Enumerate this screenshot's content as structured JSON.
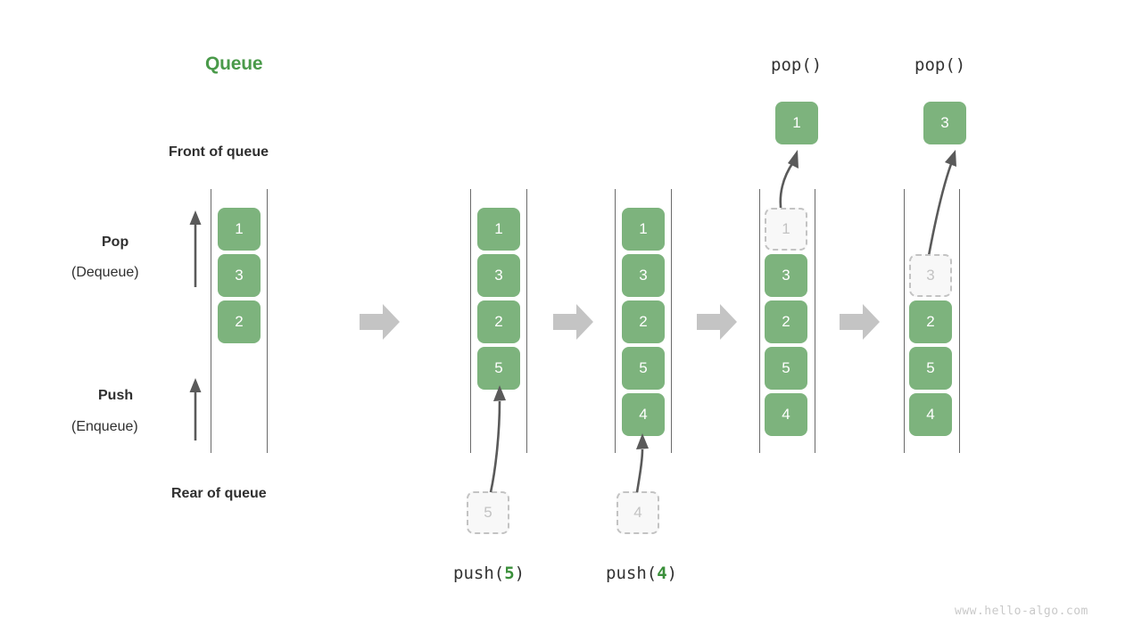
{
  "diagram": {
    "title": "Queue",
    "watermark": "www.hello-algo.com",
    "annotations": {
      "front_of_queue": "Front of queue",
      "rear_of_queue": "Rear of queue",
      "pop_label": "Pop",
      "pop_sublabel": "(Dequeue)",
      "push_label": "Push",
      "push_sublabel": "(Enqueue)"
    },
    "colors": {
      "accent_green": "#4a9a4a",
      "cell_green": "#7db37d",
      "cell_text": "#ffffff",
      "ghost_fill": "#f8f8f8",
      "ghost_border": "#c3c3c3",
      "ghost_text": "#c3c3c3",
      "rail": "#6b6b6b",
      "chevron": "#c4c4c4",
      "arrow": "#5a5a5a",
      "text_dark": "#2f2f2f",
      "watermark": "#c9c9c9"
    },
    "stages": [
      {
        "id": "initial",
        "caption": "",
        "cells": [
          "1",
          "3",
          "2"
        ],
        "ghost_index": null,
        "popped_value": null
      },
      {
        "id": "push-5",
        "caption_prefix": "push(",
        "caption_arg": "5",
        "caption_suffix": ")",
        "cells": [
          "1",
          "3",
          "2",
          "5"
        ],
        "incoming_value": "5",
        "ghost_index": null,
        "popped_value": null
      },
      {
        "id": "push-4",
        "caption_prefix": "push(",
        "caption_arg": "4",
        "caption_suffix": ")",
        "cells": [
          "1",
          "3",
          "2",
          "5",
          "4"
        ],
        "incoming_value": "4",
        "ghost_index": null,
        "popped_value": null
      },
      {
        "id": "pop-1",
        "caption": "pop()",
        "cells": [
          "1",
          "3",
          "2",
          "5",
          "4"
        ],
        "ghost_index": 0,
        "popped_value": "1"
      },
      {
        "id": "pop-3",
        "caption": "pop()",
        "cells": [
          "3",
          "2",
          "5",
          "4"
        ],
        "ghost_index": 0,
        "popped_value": "3"
      }
    ]
  }
}
